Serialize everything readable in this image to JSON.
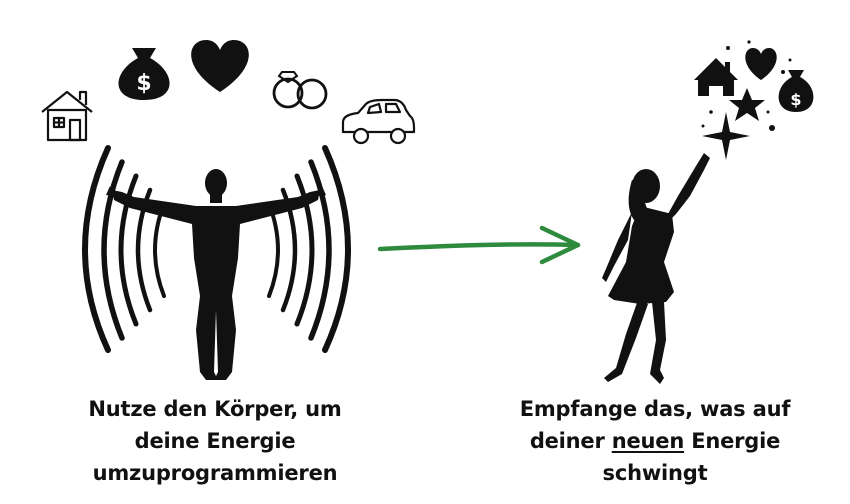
{
  "left": {
    "line1": "Nutze den Körper, um",
    "line2": "deine Energie",
    "line3": "umzuprogrammieren",
    "icons": [
      "house-icon",
      "money-bag-icon",
      "heart-icon",
      "rings-icon",
      "car-icon"
    ]
  },
  "right": {
    "line1": "Empfange das, was auf",
    "line2_before": "deiner ",
    "line2_underlined": "neuen",
    "line2_after": " Energie",
    "line3": "schwingt",
    "icons": [
      "house-icon",
      "heart-icon",
      "money-bag-icon",
      "star-icon",
      "sparkle-icon"
    ]
  },
  "colors": {
    "arrow": "#2e8b3e",
    "ink": "#111111",
    "background": "#ffffff"
  }
}
